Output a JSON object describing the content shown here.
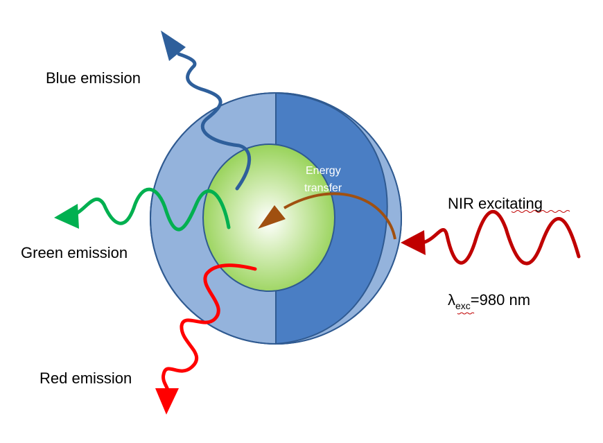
{
  "labels": {
    "blue": "Blue emission",
    "green": "Green emission",
    "red": "Red emission",
    "nir": "NIR excitating",
    "energy_line1": "Energy",
    "energy_line2": "transfer",
    "lambda_symbol": "λ",
    "lambda_sub": "exc",
    "lambda_value": "=980 nm"
  },
  "colors": {
    "shell_light": "#94b3dc",
    "shell_dark": "#4a7ec4",
    "outline": "#2f5a91",
    "core_green": "#92d050",
    "blue_wave": "#2e5f9b",
    "green_wave": "#00b050",
    "red_wave": "#ff0000",
    "nir_wave": "#c00000",
    "energy_arrow": "#a05010"
  }
}
